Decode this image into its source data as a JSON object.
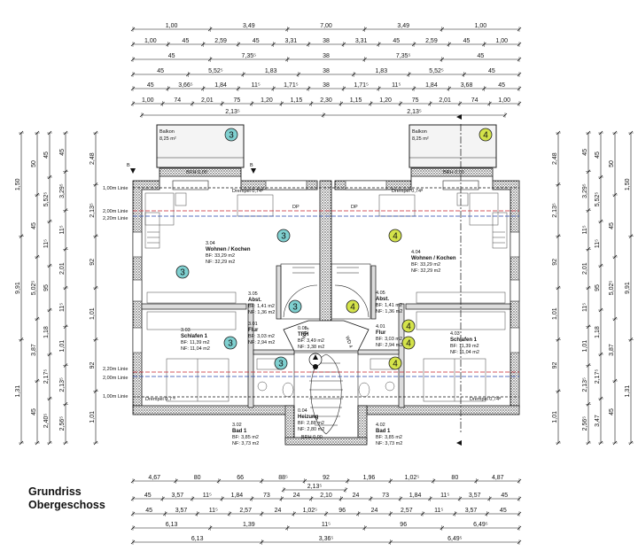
{
  "title": {
    "line1": "Grundriss",
    "line2": "Obergeschoss"
  },
  "dims_top": [
    [
      "1,00",
      "3,49",
      "7,00",
      "3,49",
      "1,00"
    ],
    [
      "1,00",
      "45",
      "2,59",
      "45",
      "3,31",
      "38",
      "3,31",
      "45",
      "2,59",
      "45",
      "1,00"
    ],
    [
      "45",
      "7,35⁵",
      "38",
      "7,35⁵",
      "45"
    ],
    [
      "45",
      "5,52⁵",
      "1,83",
      "38",
      "1,83",
      "5,52⁵",
      "45"
    ],
    [
      "45",
      "3,66⁵",
      "1,84",
      "11⁵",
      "1,71⁵",
      "38",
      "1,71⁵",
      "11⁵",
      "1,84",
      "3,68",
      "45"
    ],
    [
      "1,00",
      "74",
      "2,01",
      "75",
      "1,20",
      "1,15",
      "2,30",
      "1,15",
      "1,20",
      "75",
      "2,01",
      "74",
      "1,00"
    ],
    [
      "2,13⁵",
      "2,13⁵"
    ]
  ],
  "dims_bottom": [
    [
      "4,67",
      "80",
      "66",
      "88⁵",
      "92",
      "1,96",
      "1,02⁵",
      "80",
      "4,87"
    ],
    [
      "2,13⁵"
    ],
    [
      "45",
      "3,57",
      "11⁵",
      "1,84",
      "73",
      "24",
      "2,10",
      "24",
      "73",
      "1,84",
      "11⁵",
      "3,57",
      "45"
    ],
    [
      "45",
      "3,57",
      "11⁵",
      "2,57",
      "24",
      "1,02⁵",
      "96",
      "24",
      "2,57",
      "11⁵",
      "3,57",
      "45"
    ],
    [
      "6,13",
      "1,39",
      "11⁵",
      "96",
      "6,49⁵"
    ],
    [
      "6,13",
      "3,36⁵",
      "6,49⁵"
    ]
  ],
  "dims_left": [
    [
      "1,50",
      "9,91",
      "1,31"
    ],
    [
      "50",
      "45",
      "5,02⁵",
      "3,87",
      "45"
    ],
    [
      "45",
      "5,52⁵",
      "11⁵",
      "95",
      "1,18",
      "2,17⁵",
      "2,40⁵"
    ],
    [
      "45",
      "3,29⁵",
      "11⁵",
      "2,01",
      "11⁵",
      "1,01",
      "2,13⁵",
      "2,56⁵"
    ],
    [
      "2,48",
      "2,13⁵",
      "92",
      "1,01",
      "92",
      "1,01"
    ]
  ],
  "dims_right": [
    [
      "2,48",
      "2,13⁵",
      "92",
      "1,01",
      "92",
      "1,01"
    ],
    [
      "45",
      "3,29⁵",
      "11⁵",
      "2,01",
      "11⁵",
      "1,01",
      "2,13⁵",
      "2,56⁵"
    ],
    [
      "45",
      "5,52⁵",
      "11⁵",
      "95",
      "1,18",
      "2,17⁵",
      "3,47"
    ],
    [
      "50",
      "45",
      "5,02⁵",
      "3,87",
      "45"
    ],
    [
      "1,50",
      "9,91",
      "1,31"
    ]
  ],
  "rooms": [
    {
      "id": "3.04",
      "name": "Wohnen / Kochen",
      "bf": "BF:        33,29 m2",
      "nf": "NF:        32,29 m2"
    },
    {
      "id": "4.04",
      "name": "Wohnen / Kochen",
      "bf": "BF:        33,29 m2",
      "nf": "NF:        32,29 m2"
    },
    {
      "id": "3.05",
      "name": "Abst.",
      "bf": "BF: 1,41 m2",
      "nf": "NF: 1,36 m2"
    },
    {
      "id": "4.05",
      "name": "Abst.",
      "bf": "BF: 1,41 m2",
      "nf": "NF: 1,36 m2"
    },
    {
      "id": "3.01",
      "name": "Flur",
      "bf": "BF: 3,03 m2",
      "nf": "NF: 2,94 m2"
    },
    {
      "id": "4.01",
      "name": "Flur",
      "bf": "BF: 3,03 m2",
      "nf": "NF: 2,94 m2"
    },
    {
      "id": "3.03",
      "name": "Schlafen 1",
      "bf": "BF: 11,39 m2",
      "nf": "NF: 11,04 m2"
    },
    {
      "id": "4.03",
      "name": "Schlafen 1",
      "bf": "BF: 11,39 m2",
      "nf": "NF: 11,04 m2"
    },
    {
      "id": "3.02",
      "name": "Bad 1",
      "bf": "BF: 3,85 m2",
      "nf": "NF: 3,73 m2"
    },
    {
      "id": "4.02",
      "name": "Bad 1",
      "bf": "BF: 3,85 m2",
      "nf": "NF: 3,73 m2"
    },
    {
      "id": "0.05",
      "name": "TRH",
      "bf": "BF: 3,49 m2",
      "nf": "NF: 3,38 m2"
    },
    {
      "id": "0.04",
      "name": "Heizung",
      "bf": "BF: 2,88 m2",
      "nf": "NF: 2,80 m2"
    }
  ],
  "balconies": [
    {
      "name": "Balkon",
      "area": "8,25 m²"
    },
    {
      "name": "Balkon",
      "area": "8,25 m²"
    }
  ],
  "unit_badges": {
    "left": "3",
    "right": "4",
    "color_left": "#7fd0d0",
    "color_right": "#d4e34a"
  },
  "labels": {
    "line_100": "1,00m Linie",
    "line_200": "2,00m Linie",
    "line_220": "2,20m Linie",
    "drempel": "Drempel 0,74ª",
    "drempel2": "Drempel 0,7 ª",
    "brh": "BRH 0,00",
    "brh_short": "BRH 0,0",
    "wd3": "WD 3",
    "wd4": "WD 4",
    "section": "B",
    "dp": "DP"
  }
}
